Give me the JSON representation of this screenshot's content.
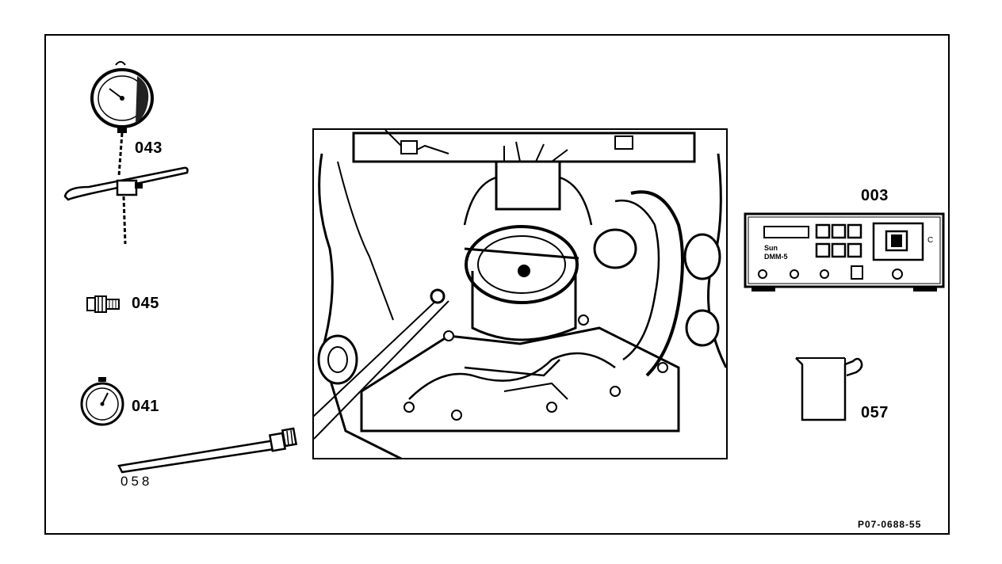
{
  "tools": {
    "pressure_gauge": {
      "label": "043"
    },
    "adapter": {
      "label": "045"
    },
    "stopwatch": {
      "label": "041"
    },
    "hose": {
      "label": "058"
    },
    "tester": {
      "label": "003",
      "brand_line1": "Sun",
      "brand_line2": "DMM-5"
    },
    "measuring_cup": {
      "label": "057"
    }
  },
  "reference_code": "P07-0688-55",
  "colors": {
    "ink": "#000000",
    "paper": "#ffffff"
  }
}
